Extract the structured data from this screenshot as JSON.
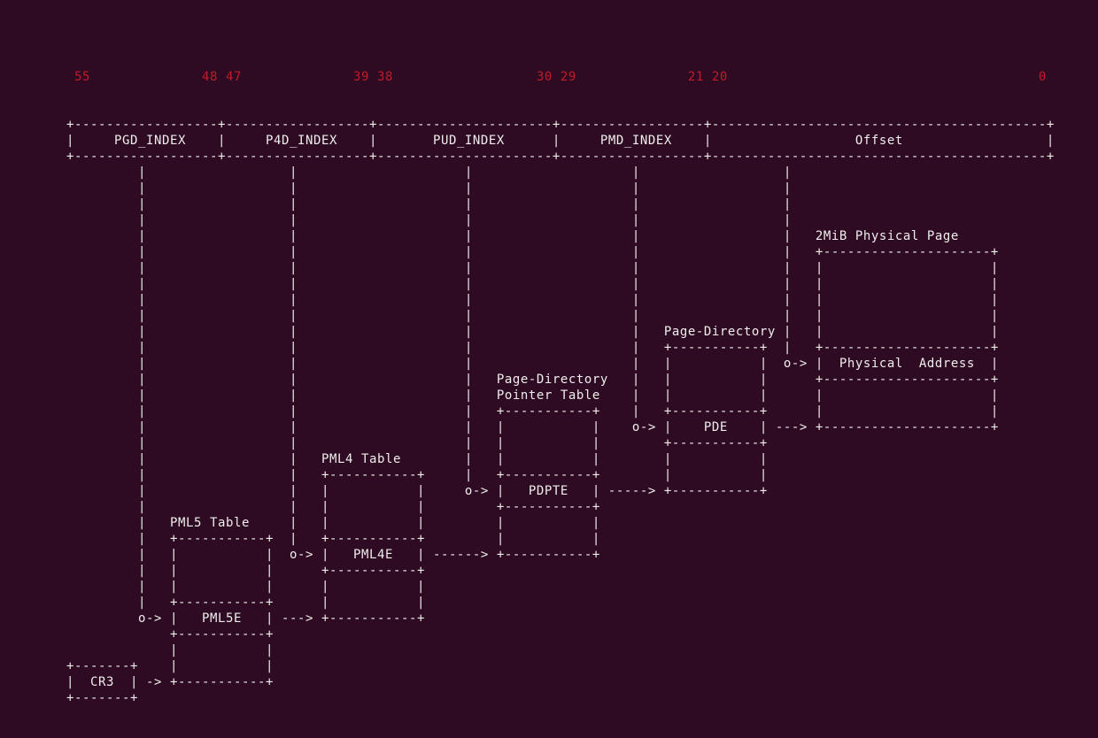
{
  "colors": {
    "background": "#2f0a23",
    "foreground": "#eeeeec",
    "bit_number_color": "#c01c28"
  },
  "diagram": {
    "title": "5-level paging address translation (2MiB page)",
    "bit_boundaries": [
      "55",
      "48",
      "47",
      "39",
      "38",
      "30",
      "29",
      "21",
      "20",
      "0"
    ],
    "fields": [
      "PGD_INDEX",
      "P4D_INDEX",
      "PUD_INDEX",
      "PMD_INDEX",
      "Offset"
    ],
    "tables": [
      {
        "label": "PML5 Table",
        "entry": "PML5E"
      },
      {
        "label": "PML4 Table",
        "entry": "PML4E"
      },
      {
        "label": "Page-Directory Pointer Table",
        "entry": "PDPTE"
      },
      {
        "label": "Page-Directory",
        "entry": "PDE"
      },
      {
        "label": "2MiB Physical Page",
        "entry": "Physical  Address"
      }
    ],
    "register": "CR3"
  },
  "terminal": {
    "bit_numbers_line": " 55              48 47              39 38                  30 29              21 20                                       0",
    "lines": [
      "+------------------+------------------+----------------------+------------------+------------------------------------------+",
      "|     PGD_INDEX    |     P4D_INDEX    |       PUD_INDEX      |     PMD_INDEX    |                  Offset                  |",
      "+------------------+------------------+----------------------+------------------+------------------------------------------+",
      "         |                  |                     |                    |                  |",
      "         |                  |                     |                    |                  |",
      "         |                  |                     |                    |                  |",
      "         |                  |                     |                    |                  |",
      "         |                  |                     |                    |                  |   2MiB Physical Page",
      "         |                  |                     |                    |                  |   +---------------------+",
      "         |                  |                     |                    |                  |   |                     |",
      "         |                  |                     |                    |                  |   |                     |",
      "         |                  |                     |                    |                  |   |                     |",
      "         |                  |                     |                    |                  |   |                     |",
      "         |                  |                     |                    |   Page-Directory |   |                     |",
      "         |                  |                     |                    |   +-----------+  |   +---------------------+",
      "         |                  |                     |                    |   |           |  o-> |  Physical  Address  |",
      "         |                  |                     |   Page-Directory   |   |           |      +---------------------+",
      "         |                  |                     |   Pointer Table    |   |           |      |                     |",
      "         |                  |                     |   +-----------+    |   +-----------+      |                     |",
      "         |                  |                     |   |           |    o-> |    PDE    | ---> +---------------------+",
      "         |                  |                     |   |           |        +-----------+",
      "         |                  |   PML4 Table        |   |           |        |           |",
      "         |                  |   +-----------+     |   +-----------+        |           |",
      "         |                  |   |           |     o-> |   PDPTE   | -----> +-----------+",
      "         |                  |   |           |         +-----------+",
      "         |   PML5 Table     |   |           |         |           |",
      "         |   +-----------+  |   +-----------+         |           |",
      "         |   |           |  o-> |   PML4E   | ------> +-----------+",
      "         |   |           |      +-----------+",
      "         |   |           |      |           |",
      "         |   +-----------+      |           |",
      "         o-> |   PML5E   | ---> +-----------+",
      "             +-----------+",
      "             |           |",
      "+-------+    |           |",
      "|  CR3  | -> +-----------+",
      "+-------+"
    ]
  }
}
